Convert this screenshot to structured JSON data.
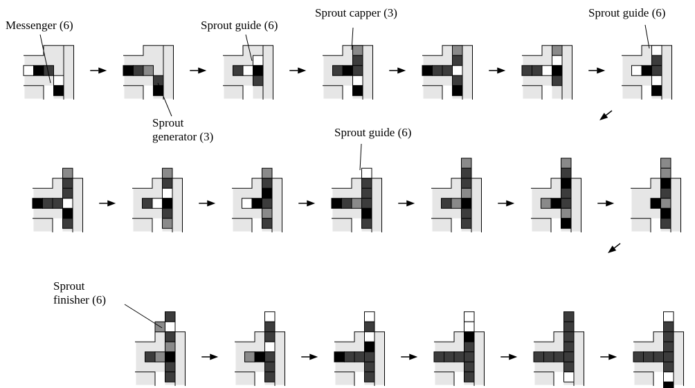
{
  "colors": {
    "background": "#ffffff",
    "channel": "#e6e6e6",
    "dark": "#3c3c3c",
    "black": "#000000",
    "white": "#ffffff",
    "medium": "#8a8a8a",
    "stroke": "#000000"
  },
  "labels": {
    "messenger": "Messenger (6)",
    "sprout_guide_1": "Sprout guide (6)",
    "sprout_capper": "Sprout capper (3)",
    "sprout_guide_2": "Sprout guide (6)",
    "sprout_generator_line1": "Sprout",
    "sprout_generator_line2": "generator (3)",
    "sprout_guide_3": "Sprout guide (6)",
    "sprout_finisher_line1": "Sprout",
    "sprout_finisher_line2": "finisher (6)"
  },
  "frames": [
    {
      "step": 1,
      "cells": [
        [
          "a",
          0,
          4,
          "white"
        ],
        [
          "a",
          1,
          4,
          "black"
        ],
        [
          "a",
          2,
          4,
          "dark"
        ],
        [
          "a",
          3,
          5,
          "white"
        ],
        [
          "a",
          3,
          6,
          "black"
        ]
      ]
    },
    {
      "step": 2,
      "cells": [
        [
          "a",
          0,
          4,
          "black"
        ],
        [
          "a",
          1,
          4,
          "dark"
        ],
        [
          "a",
          2,
          4,
          "medium"
        ],
        [
          "a",
          3,
          5,
          "dark"
        ],
        [
          "a",
          3,
          6,
          "black"
        ]
      ]
    },
    {
      "step": 3,
      "cells": [
        [
          "a",
          3,
          3,
          "white"
        ],
        [
          "a",
          1,
          4,
          "dark"
        ],
        [
          "a",
          2,
          4,
          "white"
        ],
        [
          "a",
          3,
          4,
          "black"
        ],
        [
          "a",
          3,
          5,
          "dark"
        ]
      ]
    },
    {
      "step": 4,
      "cells": [
        [
          "a",
          3,
          2,
          "medium"
        ],
        [
          "a",
          3,
          3,
          "dark"
        ],
        [
          "a",
          1,
          4,
          "dark"
        ],
        [
          "a",
          2,
          4,
          "black"
        ],
        [
          "a",
          3,
          4,
          "dark"
        ],
        [
          "a",
          3,
          5,
          "white"
        ],
        [
          "a",
          3,
          6,
          "black"
        ]
      ]
    },
    {
      "step": 5,
      "cells": [
        [
          "a",
          3,
          2,
          "medium"
        ],
        [
          "a",
          3,
          3,
          "dark"
        ],
        [
          "a",
          0,
          4,
          "black"
        ],
        [
          "a",
          1,
          4,
          "dark"
        ],
        [
          "a",
          2,
          4,
          "dark"
        ],
        [
          "a",
          3,
          4,
          "white"
        ],
        [
          "a",
          3,
          5,
          "dark"
        ],
        [
          "a",
          3,
          6,
          "black"
        ]
      ]
    },
    {
      "step": 6,
      "cells": [
        [
          "a",
          3,
          2,
          "medium"
        ],
        [
          "a",
          3,
          3,
          "white"
        ],
        [
          "a",
          0,
          4,
          "dark"
        ],
        [
          "a",
          1,
          4,
          "dark"
        ],
        [
          "a",
          2,
          4,
          "white"
        ],
        [
          "a",
          3,
          4,
          "black"
        ],
        [
          "a",
          3,
          5,
          "dark"
        ]
      ]
    },
    {
      "step": 7,
      "cells": [
        [
          "a",
          3,
          2,
          "white"
        ],
        [
          "a",
          3,
          3,
          "dark"
        ],
        [
          "a",
          1,
          4,
          "white"
        ],
        [
          "a",
          2,
          4,
          "black"
        ],
        [
          "a",
          3,
          4,
          "dark"
        ],
        [
          "a",
          3,
          5,
          "white"
        ],
        [
          "a",
          3,
          6,
          "black"
        ]
      ]
    },
    {
      "step": 8,
      "cells": [
        [
          "b",
          3,
          1,
          "medium"
        ],
        [
          "b",
          3,
          2,
          "dark"
        ],
        [
          "b",
          3,
          3,
          "dark"
        ],
        [
          "b",
          0,
          4,
          "black"
        ],
        [
          "b",
          1,
          4,
          "dark"
        ],
        [
          "b",
          2,
          4,
          "dark"
        ],
        [
          "b",
          3,
          4,
          "white"
        ],
        [
          "b",
          3,
          5,
          "black"
        ],
        [
          "b",
          3,
          6,
          "dark"
        ]
      ]
    },
    {
      "step": 9,
      "cells": [
        [
          "b",
          3,
          1,
          "medium"
        ],
        [
          "b",
          3,
          2,
          "dark"
        ],
        [
          "b",
          3,
          3,
          "white"
        ],
        [
          "b",
          1,
          4,
          "dark"
        ],
        [
          "b",
          2,
          4,
          "white"
        ],
        [
          "b",
          3,
          4,
          "black"
        ],
        [
          "b",
          3,
          5,
          "dark"
        ],
        [
          "b",
          3,
          6,
          "medium"
        ]
      ]
    },
    {
      "step": 10,
      "cells": [
        [
          "b",
          3,
          1,
          "medium"
        ],
        [
          "b",
          3,
          2,
          "dark"
        ],
        [
          "b",
          3,
          3,
          "black"
        ],
        [
          "b",
          1,
          4,
          "white"
        ],
        [
          "b",
          2,
          4,
          "black"
        ],
        [
          "b",
          3,
          4,
          "dark"
        ],
        [
          "b",
          3,
          5,
          "medium"
        ],
        [
          "b",
          3,
          6,
          "dark"
        ]
      ]
    },
    {
      "step": 11,
      "cells": [
        [
          "b",
          3,
          1,
          "white"
        ],
        [
          "b",
          3,
          2,
          "dark"
        ],
        [
          "b",
          3,
          3,
          "dark"
        ],
        [
          "b",
          0,
          4,
          "black"
        ],
        [
          "b",
          1,
          4,
          "dark"
        ],
        [
          "b",
          2,
          4,
          "medium"
        ],
        [
          "b",
          3,
          4,
          "dark"
        ],
        [
          "b",
          3,
          5,
          "black"
        ],
        [
          "b",
          3,
          6,
          "dark"
        ]
      ]
    },
    {
      "step": 12,
      "cells": [
        [
          "b",
          3,
          0,
          "medium"
        ],
        [
          "b",
          3,
          1,
          "dark"
        ],
        [
          "b",
          3,
          2,
          "dark"
        ],
        [
          "b",
          3,
          3,
          "medium"
        ],
        [
          "b",
          1,
          4,
          "dark"
        ],
        [
          "b",
          2,
          4,
          "medium"
        ],
        [
          "b",
          3,
          4,
          "black"
        ],
        [
          "b",
          3,
          5,
          "dark"
        ],
        [
          "b",
          3,
          6,
          "dark"
        ]
      ]
    },
    {
      "step": 13,
      "cells": [
        [
          "b",
          3,
          0,
          "medium"
        ],
        [
          "b",
          3,
          1,
          "dark"
        ],
        [
          "b",
          3,
          2,
          "black"
        ],
        [
          "b",
          3,
          3,
          "dark"
        ],
        [
          "b",
          1,
          4,
          "medium"
        ],
        [
          "b",
          2,
          4,
          "black"
        ],
        [
          "b",
          3,
          4,
          "dark"
        ],
        [
          "b",
          3,
          5,
          "medium"
        ],
        [
          "b",
          3,
          6,
          "black"
        ]
      ]
    },
    {
      "step": 14,
      "cells": [
        [
          "b",
          3,
          0,
          "medium"
        ],
        [
          "b",
          3,
          1,
          "medium"
        ],
        [
          "b",
          3,
          2,
          "black"
        ],
        [
          "b",
          3,
          3,
          "dark"
        ],
        [
          "b",
          2,
          4,
          "black"
        ],
        [
          "b",
          3,
          4,
          "medium"
        ],
        [
          "b",
          3,
          5,
          "black"
        ],
        [
          "b",
          3,
          6,
          "dark"
        ]
      ]
    },
    {
      "step": 15,
      "cells": [
        [
          "b",
          3,
          0,
          "dark"
        ],
        [
          "b",
          2,
          1,
          "medium"
        ],
        [
          "b",
          3,
          1,
          "white"
        ],
        [
          "b",
          3,
          2,
          "dark"
        ],
        [
          "b",
          3,
          3,
          "medium"
        ],
        [
          "b",
          1,
          4,
          "dark"
        ],
        [
          "b",
          2,
          4,
          "medium"
        ],
        [
          "b",
          3,
          4,
          "black"
        ],
        [
          "b",
          3,
          5,
          "dark"
        ],
        [
          "b",
          3,
          6,
          "dark"
        ]
      ]
    },
    {
      "step": 16,
      "cells": [
        [
          "b",
          3,
          0,
          "white"
        ],
        [
          "b",
          3,
          1,
          "dark"
        ],
        [
          "b",
          3,
          2,
          "dark"
        ],
        [
          "b",
          3,
          3,
          "white"
        ],
        [
          "b",
          1,
          4,
          "medium"
        ],
        [
          "b",
          2,
          4,
          "black"
        ],
        [
          "b",
          3,
          4,
          "dark"
        ],
        [
          "b",
          3,
          5,
          "dark"
        ],
        [
          "b",
          3,
          6,
          "dark"
        ]
      ]
    },
    {
      "step": 17,
      "cells": [
        [
          "b",
          3,
          0,
          "white"
        ],
        [
          "b",
          3,
          1,
          "dark"
        ],
        [
          "b",
          3,
          2,
          "white"
        ],
        [
          "b",
          3,
          3,
          "black"
        ],
        [
          "b",
          0,
          4,
          "black"
        ],
        [
          "b",
          1,
          4,
          "dark"
        ],
        [
          "b",
          2,
          4,
          "dark"
        ],
        [
          "b",
          3,
          4,
          "dark"
        ],
        [
          "b",
          3,
          5,
          "dark"
        ],
        [
          "b",
          3,
          6,
          "dark"
        ]
      ]
    },
    {
      "step": 18,
      "cells": [
        [
          "b",
          3,
          0,
          "white"
        ],
        [
          "b",
          3,
          1,
          "white"
        ],
        [
          "b",
          3,
          2,
          "black"
        ],
        [
          "b",
          3,
          3,
          "dark"
        ],
        [
          "b",
          0,
          4,
          "dark"
        ],
        [
          "b",
          1,
          4,
          "dark"
        ],
        [
          "b",
          2,
          4,
          "dark"
        ],
        [
          "b",
          3,
          4,
          "dark"
        ],
        [
          "b",
          3,
          5,
          "dark"
        ],
        [
          "b",
          3,
          6,
          "dark"
        ]
      ]
    },
    {
      "step": 19,
      "cells": [
        [
          "b",
          3,
          0,
          "dark"
        ],
        [
          "b",
          3,
          1,
          "dark"
        ],
        [
          "b",
          3,
          2,
          "dark"
        ],
        [
          "b",
          3,
          3,
          "dark"
        ],
        [
          "b",
          0,
          4,
          "dark"
        ],
        [
          "b",
          1,
          4,
          "dark"
        ],
        [
          "b",
          2,
          4,
          "dark"
        ],
        [
          "b",
          3,
          4,
          "dark"
        ],
        [
          "b",
          3,
          5,
          "dark"
        ],
        [
          "b",
          3,
          6,
          "white"
        ]
      ]
    },
    {
      "step": 20,
      "cells": [
        [
          "b",
          3,
          0,
          "white"
        ],
        [
          "b",
          3,
          1,
          "dark"
        ],
        [
          "b",
          3,
          2,
          "dark"
        ],
        [
          "b",
          3,
          3,
          "dark"
        ],
        [
          "b",
          0,
          4,
          "dark"
        ],
        [
          "b",
          1,
          4,
          "dark"
        ],
        [
          "b",
          2,
          4,
          "dark"
        ],
        [
          "b",
          3,
          4,
          "dark"
        ],
        [
          "b",
          3,
          5,
          "dark"
        ],
        [
          "b",
          3,
          6,
          "white"
        ],
        [
          "b",
          3,
          7,
          "black"
        ]
      ]
    }
  ]
}
